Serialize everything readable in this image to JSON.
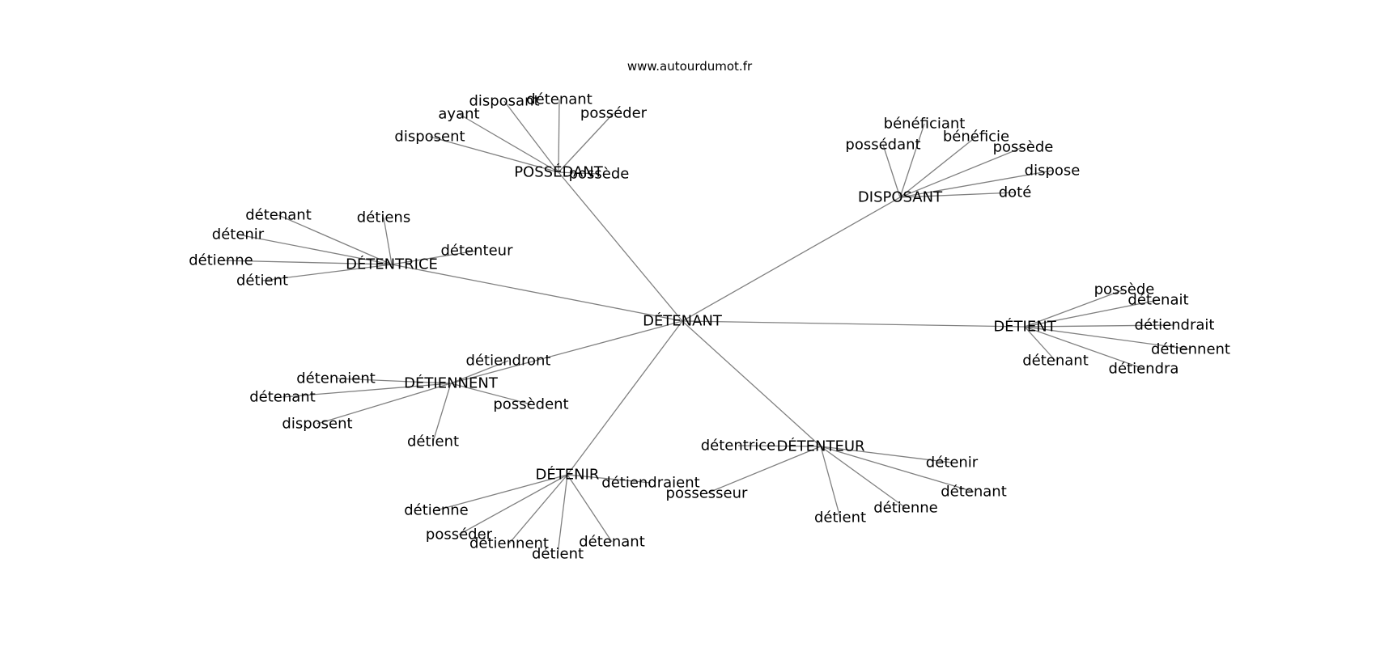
{
  "source": "www.autourdumot.fr",
  "graph": {
    "center": "DÉTENANT",
    "hubs": [
      {
        "label": "POSSÉDANT",
        "words": [
          "disposant",
          "détenant",
          "ayant",
          "posséder",
          "disposent",
          "possède"
        ]
      },
      {
        "label": "DISPOSANT",
        "words": [
          "bénéficiant",
          "possédant",
          "bénéficie",
          "possède",
          "dispose",
          "doté"
        ]
      },
      {
        "label": "DÉTENTRICE",
        "words": [
          "détenant",
          "détiens",
          "détenir",
          "détenteur",
          "détienne",
          "détient"
        ]
      },
      {
        "label": "DÉTIENT",
        "words": [
          "possède",
          "détenait",
          "détiendrait",
          "détiennent",
          "détenant",
          "détiendra"
        ]
      },
      {
        "label": "DÉTIENNENT",
        "words": [
          "détiendront",
          "détenaient",
          "détenant",
          "possèdent",
          "disposent",
          "détient"
        ]
      },
      {
        "label": "DÉTENTEUR",
        "words": [
          "détentrice",
          "détenir",
          "possesseur",
          "détenant",
          "détienne",
          "détient"
        ]
      },
      {
        "label": "DÉTENIR",
        "words": [
          "détiendraient",
          "détienne",
          "posséder",
          "détiennent",
          "détenant",
          "détient"
        ]
      }
    ]
  }
}
